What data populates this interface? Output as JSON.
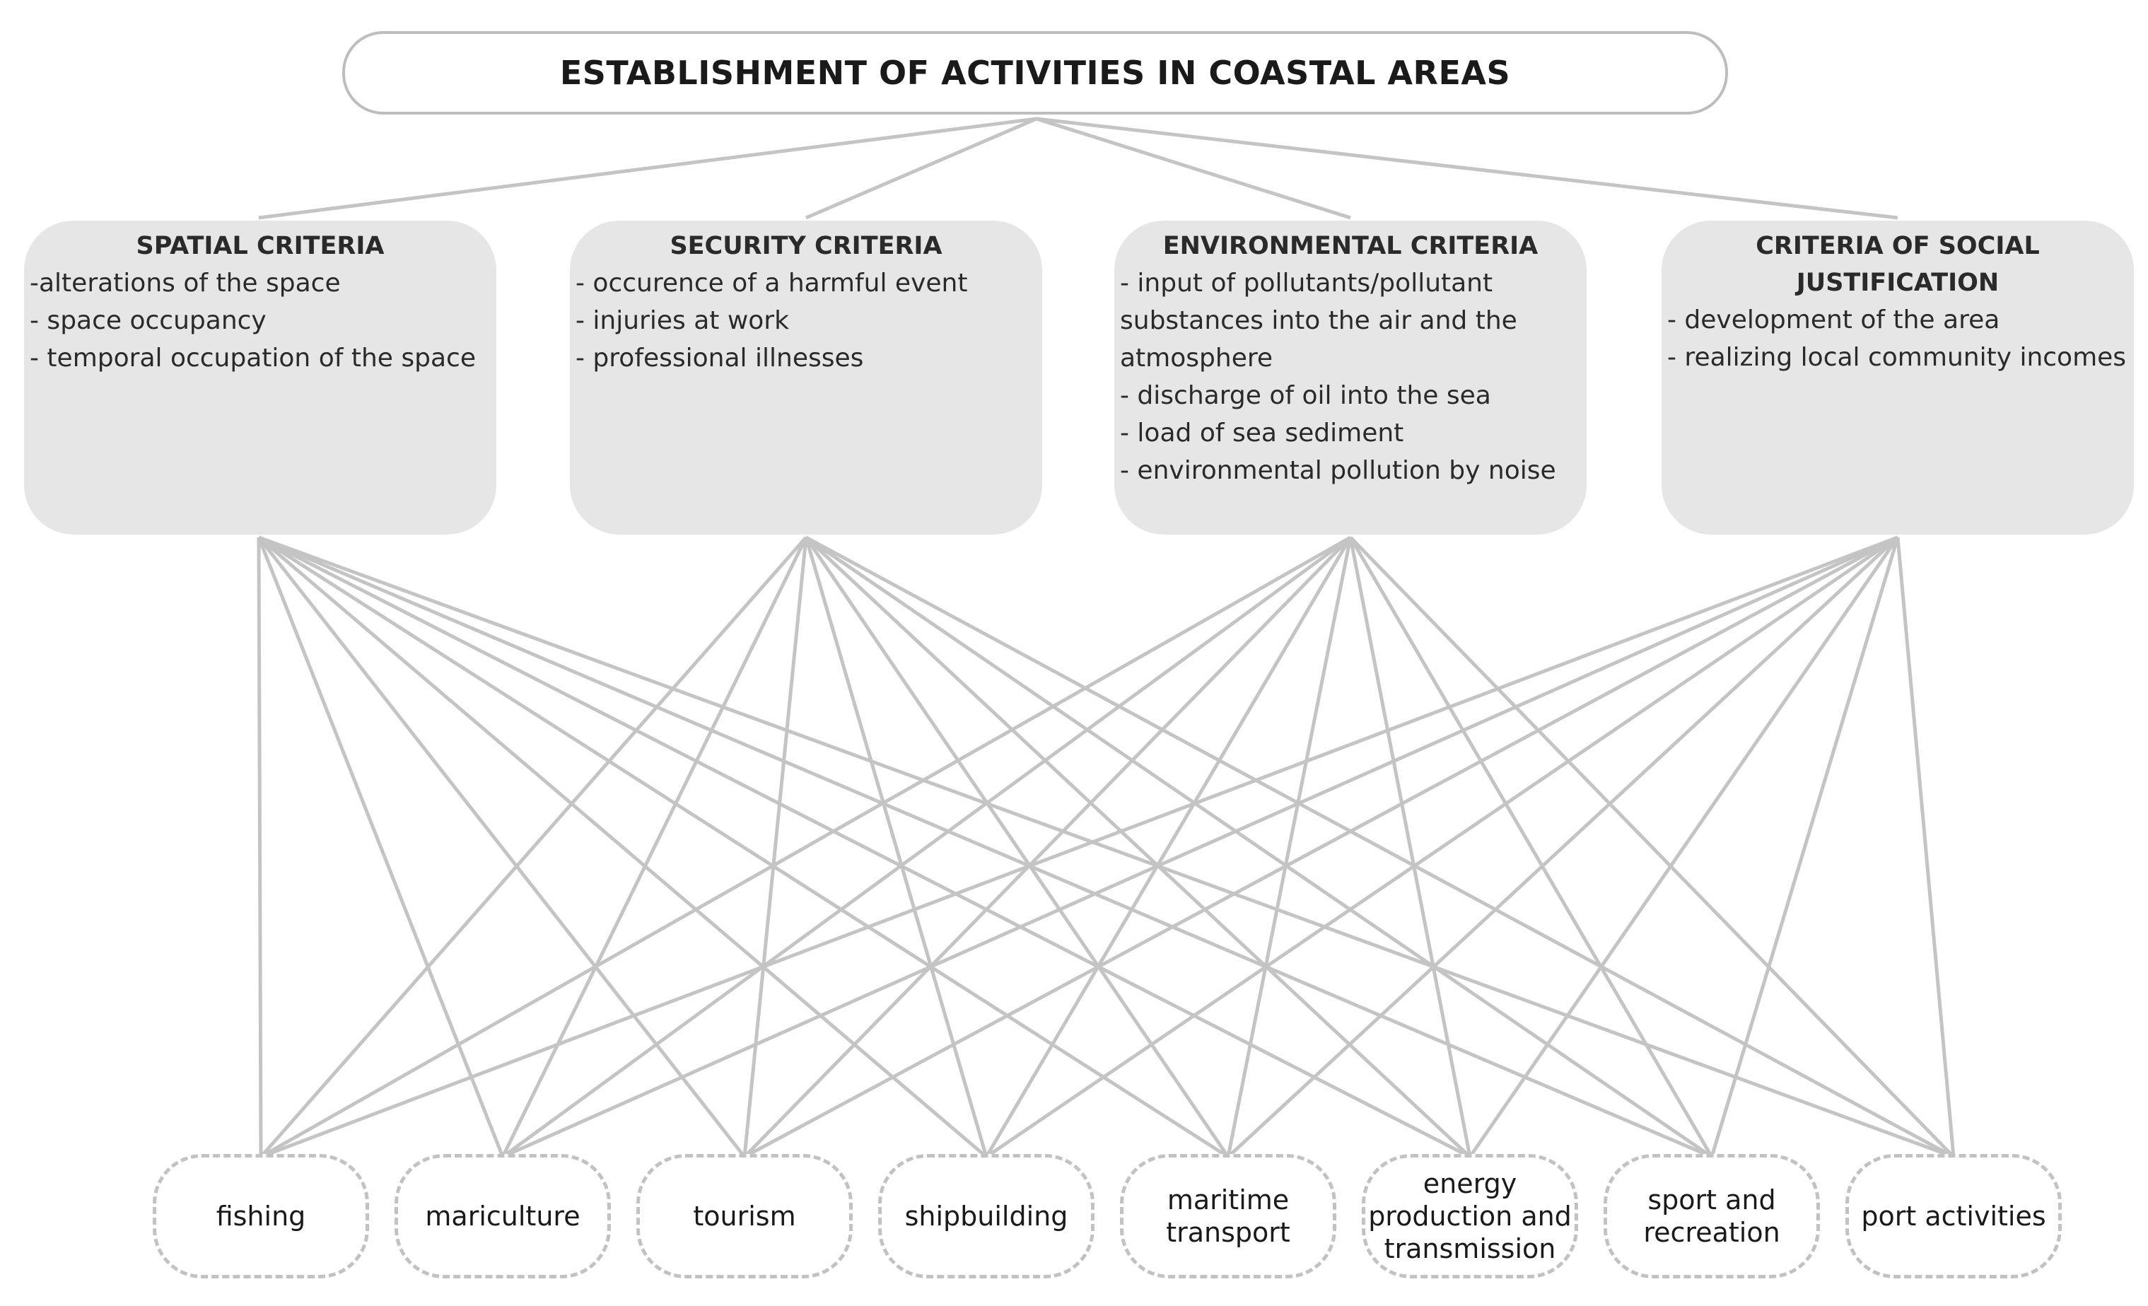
{
  "title": "ESTABLISHMENT OF ACTIVITIES IN COASTAL AREAS",
  "criteria": [
    {
      "title": "SPATIAL CRITERIA",
      "items": [
        "-alterations of the space",
        "- space occupancy",
        "- temporal occupation of the space"
      ]
    },
    {
      "title": "SECURITY CRITERIA",
      "items": [
        "- occurence of a harmful event",
        "- injuries at work",
        "- professional illnesses"
      ]
    },
    {
      "title": "ENVIRONMENTAL CRITERIA",
      "items": [
        "- input of pollutants/pollutant substances into the air and the atmosphere",
        "- discharge of oil into the sea",
        "- load of sea sediment",
        "- environmental pollution by noise"
      ]
    },
    {
      "title": "CRITERIA OF SOCIAL JUSTIFICATION",
      "items": [
        "- development of the area",
        "- realizing local community incomes"
      ]
    }
  ],
  "activities": [
    "fishing",
    "mariculture",
    "tourism",
    "shipbuilding",
    "maritime transport",
    "energy production and transmission",
    "sport and recreation",
    "port activities"
  ],
  "colors": {
    "criteria_fill": "#e6e6e6",
    "connector": "#c4c4c4",
    "border": "#bdbdbd"
  }
}
